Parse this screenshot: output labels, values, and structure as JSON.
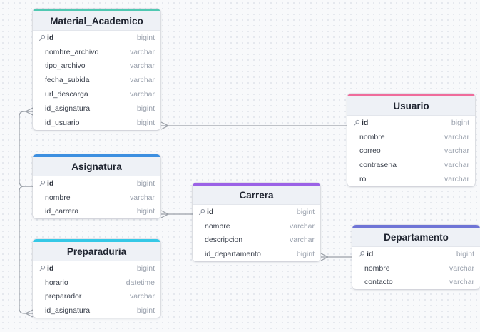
{
  "colors": {
    "material": "#50c8b2",
    "usuario": "#ef6c9b",
    "asignatura": "#3d8fe0",
    "carrera": "#9b62e6",
    "preparaduria": "#35c8e6",
    "departamento": "#6f74d6",
    "edge": "#9aa0a8"
  },
  "key_icon": "key-icon",
  "tables": {
    "material": {
      "title": "Material_Academico",
      "columns": [
        {
          "name": "id",
          "type": "bigint",
          "pk": true
        },
        {
          "name": "nombre_archivo",
          "type": "varchar"
        },
        {
          "name": "tipo_archivo",
          "type": "varchar"
        },
        {
          "name": "fecha_subida",
          "type": "varchar"
        },
        {
          "name": "url_descarga",
          "type": "varchar"
        },
        {
          "name": "id_asignatura",
          "type": "bigint"
        },
        {
          "name": "id_usuario",
          "type": "bigint"
        }
      ]
    },
    "usuario": {
      "title": "Usuario",
      "columns": [
        {
          "name": "id",
          "type": "bigint",
          "pk": true
        },
        {
          "name": "nombre",
          "type": "varchar"
        },
        {
          "name": "correo",
          "type": "varchar"
        },
        {
          "name": "contrasena",
          "type": "varchar"
        },
        {
          "name": "rol",
          "type": "varchar"
        }
      ]
    },
    "asignatura": {
      "title": "Asignatura",
      "columns": [
        {
          "name": "id",
          "type": "bigint",
          "pk": true
        },
        {
          "name": "nombre",
          "type": "varchar"
        },
        {
          "name": "id_carrera",
          "type": "bigint"
        }
      ]
    },
    "carrera": {
      "title": "Carrera",
      "columns": [
        {
          "name": "id",
          "type": "bigint",
          "pk": true
        },
        {
          "name": "nombre",
          "type": "varchar"
        },
        {
          "name": "descripcion",
          "type": "varchar"
        },
        {
          "name": "id_departamento",
          "type": "bigint"
        }
      ]
    },
    "preparaduria": {
      "title": "Preparaduria",
      "columns": [
        {
          "name": "id",
          "type": "bigint",
          "pk": true
        },
        {
          "name": "horario",
          "type": "datetime"
        },
        {
          "name": "preparador",
          "type": "varchar"
        },
        {
          "name": "id_asignatura",
          "type": "bigint"
        }
      ]
    },
    "departamento": {
      "title": "Departamento",
      "columns": [
        {
          "name": "id",
          "type": "bigint",
          "pk": true
        },
        {
          "name": "nombre",
          "type": "varchar"
        },
        {
          "name": "contacto",
          "type": "varchar"
        }
      ]
    }
  }
}
